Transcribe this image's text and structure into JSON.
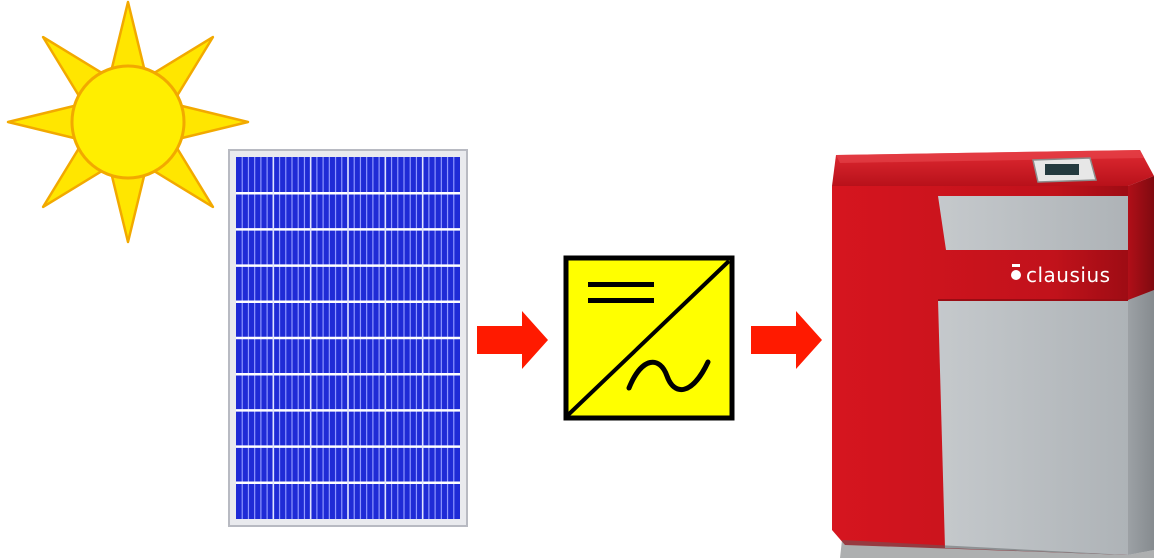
{
  "diagram": {
    "nodes": [
      {
        "id": "sun",
        "icon": "sun-icon"
      },
      {
        "id": "solar-panel",
        "icon": "solar-panel-icon"
      },
      {
        "id": "inverter",
        "icon": "dc-ac-inverter-icon"
      },
      {
        "id": "heat-pump",
        "icon": "heat-pump-unit-icon",
        "brand": "clausius"
      }
    ],
    "edges": [
      {
        "from": "solar-panel",
        "to": "inverter"
      },
      {
        "from": "inverter",
        "to": "heat-pump"
      }
    ]
  },
  "colors": {
    "sun": "#ffe600",
    "sun_outline": "#f2a900",
    "panel_cell": "#1f2bd6",
    "arrow": "#ff1a00",
    "inverter_bg": "#ffff00",
    "unit_red": "#c4121c",
    "unit_grey": "#b9bec2"
  }
}
